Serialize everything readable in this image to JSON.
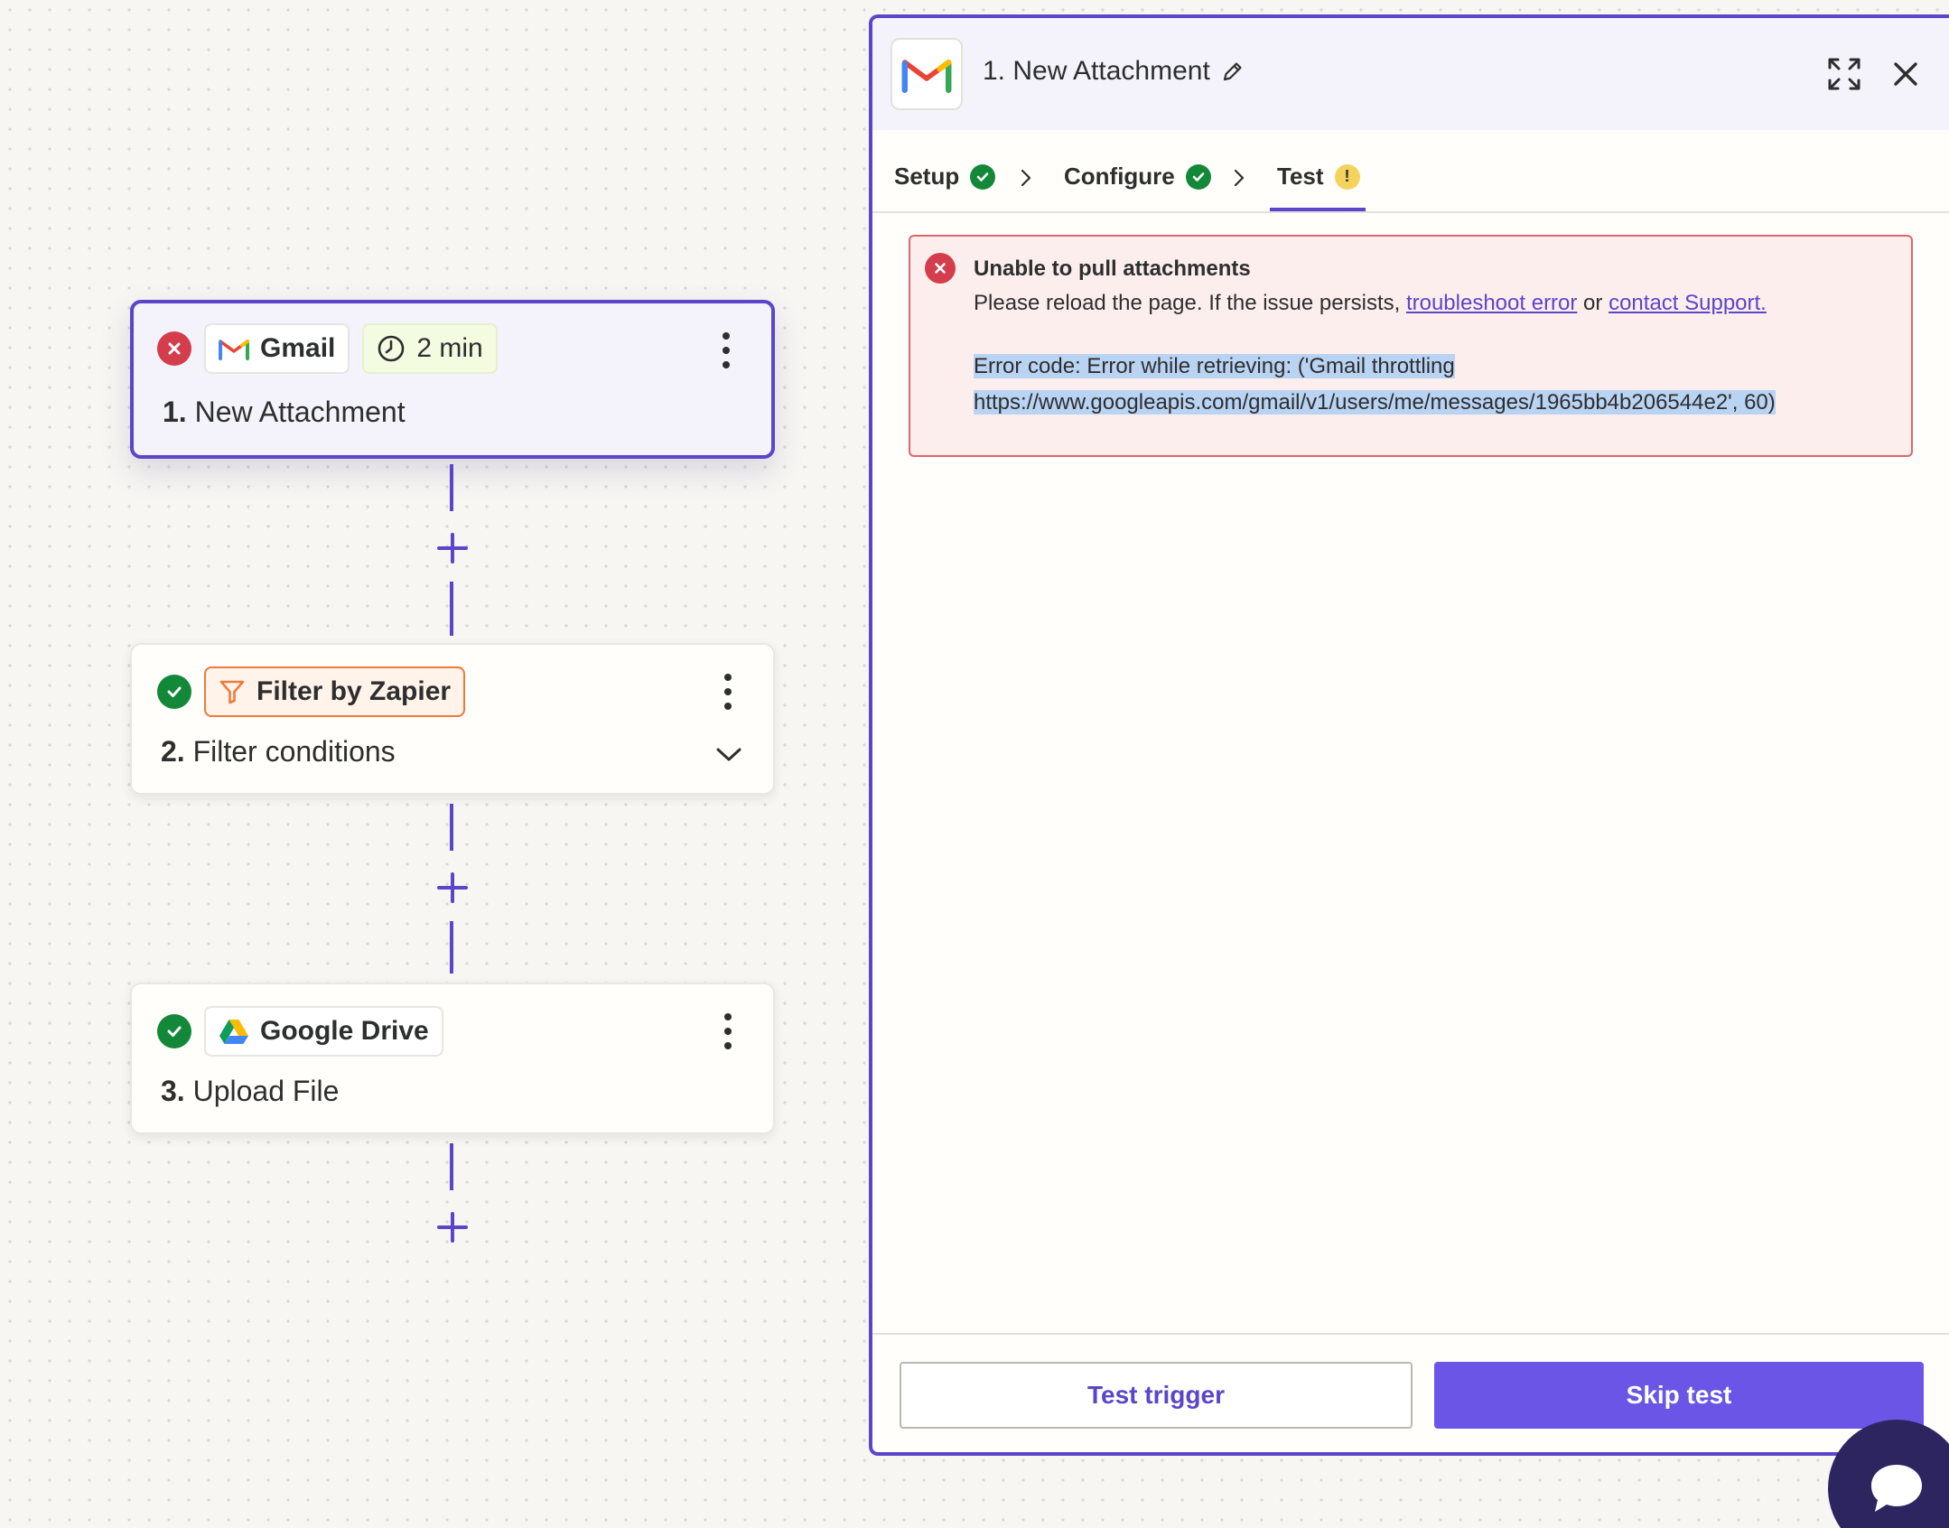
{
  "steps": [
    {
      "status": "error",
      "app_name": "Gmail",
      "badge": "2 min",
      "number": "1.",
      "title": "New Attachment"
    },
    {
      "status": "ok",
      "app_name": "Filter by Zapier",
      "number": "2.",
      "title": "Filter conditions"
    },
    {
      "status": "ok",
      "app_name": "Google Drive",
      "number": "3.",
      "title": "Upload File"
    }
  ],
  "panel": {
    "title": "1. New Attachment",
    "tabs": [
      {
        "label": "Setup",
        "status": "complete"
      },
      {
        "label": "Configure",
        "status": "complete"
      },
      {
        "label": "Test",
        "status": "warning",
        "active": true
      }
    ],
    "alert": {
      "title": "Unable to pull attachments",
      "body_prefix": "Please reload the page. If the issue persists, ",
      "link_troubleshoot": "troubleshoot error",
      "body_middle": " or ",
      "link_support": "contact Support.",
      "code_line1": "Error code: Error while retrieving: ('Gmail throttling",
      "code_line2": "https://www.googleapis.com/gmail/v1/users/me/messages/1965bb4b206544e2', 60)"
    },
    "buttons": {
      "test_trigger": "Test trigger",
      "skip_test": "Skip test"
    }
  },
  "colors": {
    "accent": "#5b45c9",
    "primary_button": "#6b55e6",
    "error": "#d43d4b",
    "success": "#138838",
    "warning": "#f3d35b"
  }
}
